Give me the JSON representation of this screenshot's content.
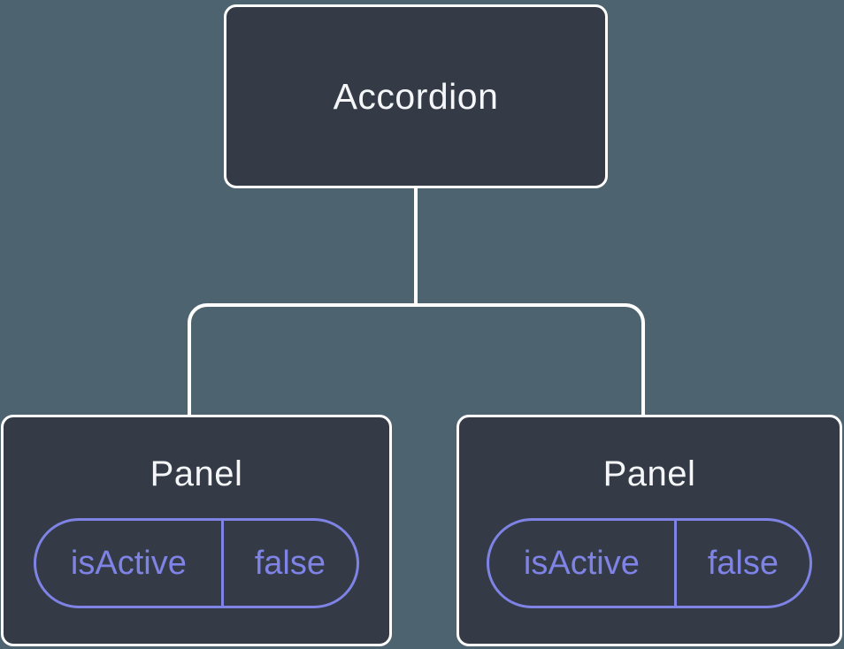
{
  "diagram": {
    "type": "component-tree",
    "colors": {
      "background": "#4d6470",
      "node_fill": "#343b47",
      "connector": "#ffffff",
      "node_text": "#f4f6f8",
      "accent": "#7e83e5"
    },
    "tree": {
      "root": {
        "label": "Accordion"
      },
      "children": [
        {
          "label": "Panel",
          "state": {
            "name": "isActive",
            "value": "false"
          }
        },
        {
          "label": "Panel",
          "state": {
            "name": "isActive",
            "value": "false"
          }
        }
      ]
    }
  }
}
